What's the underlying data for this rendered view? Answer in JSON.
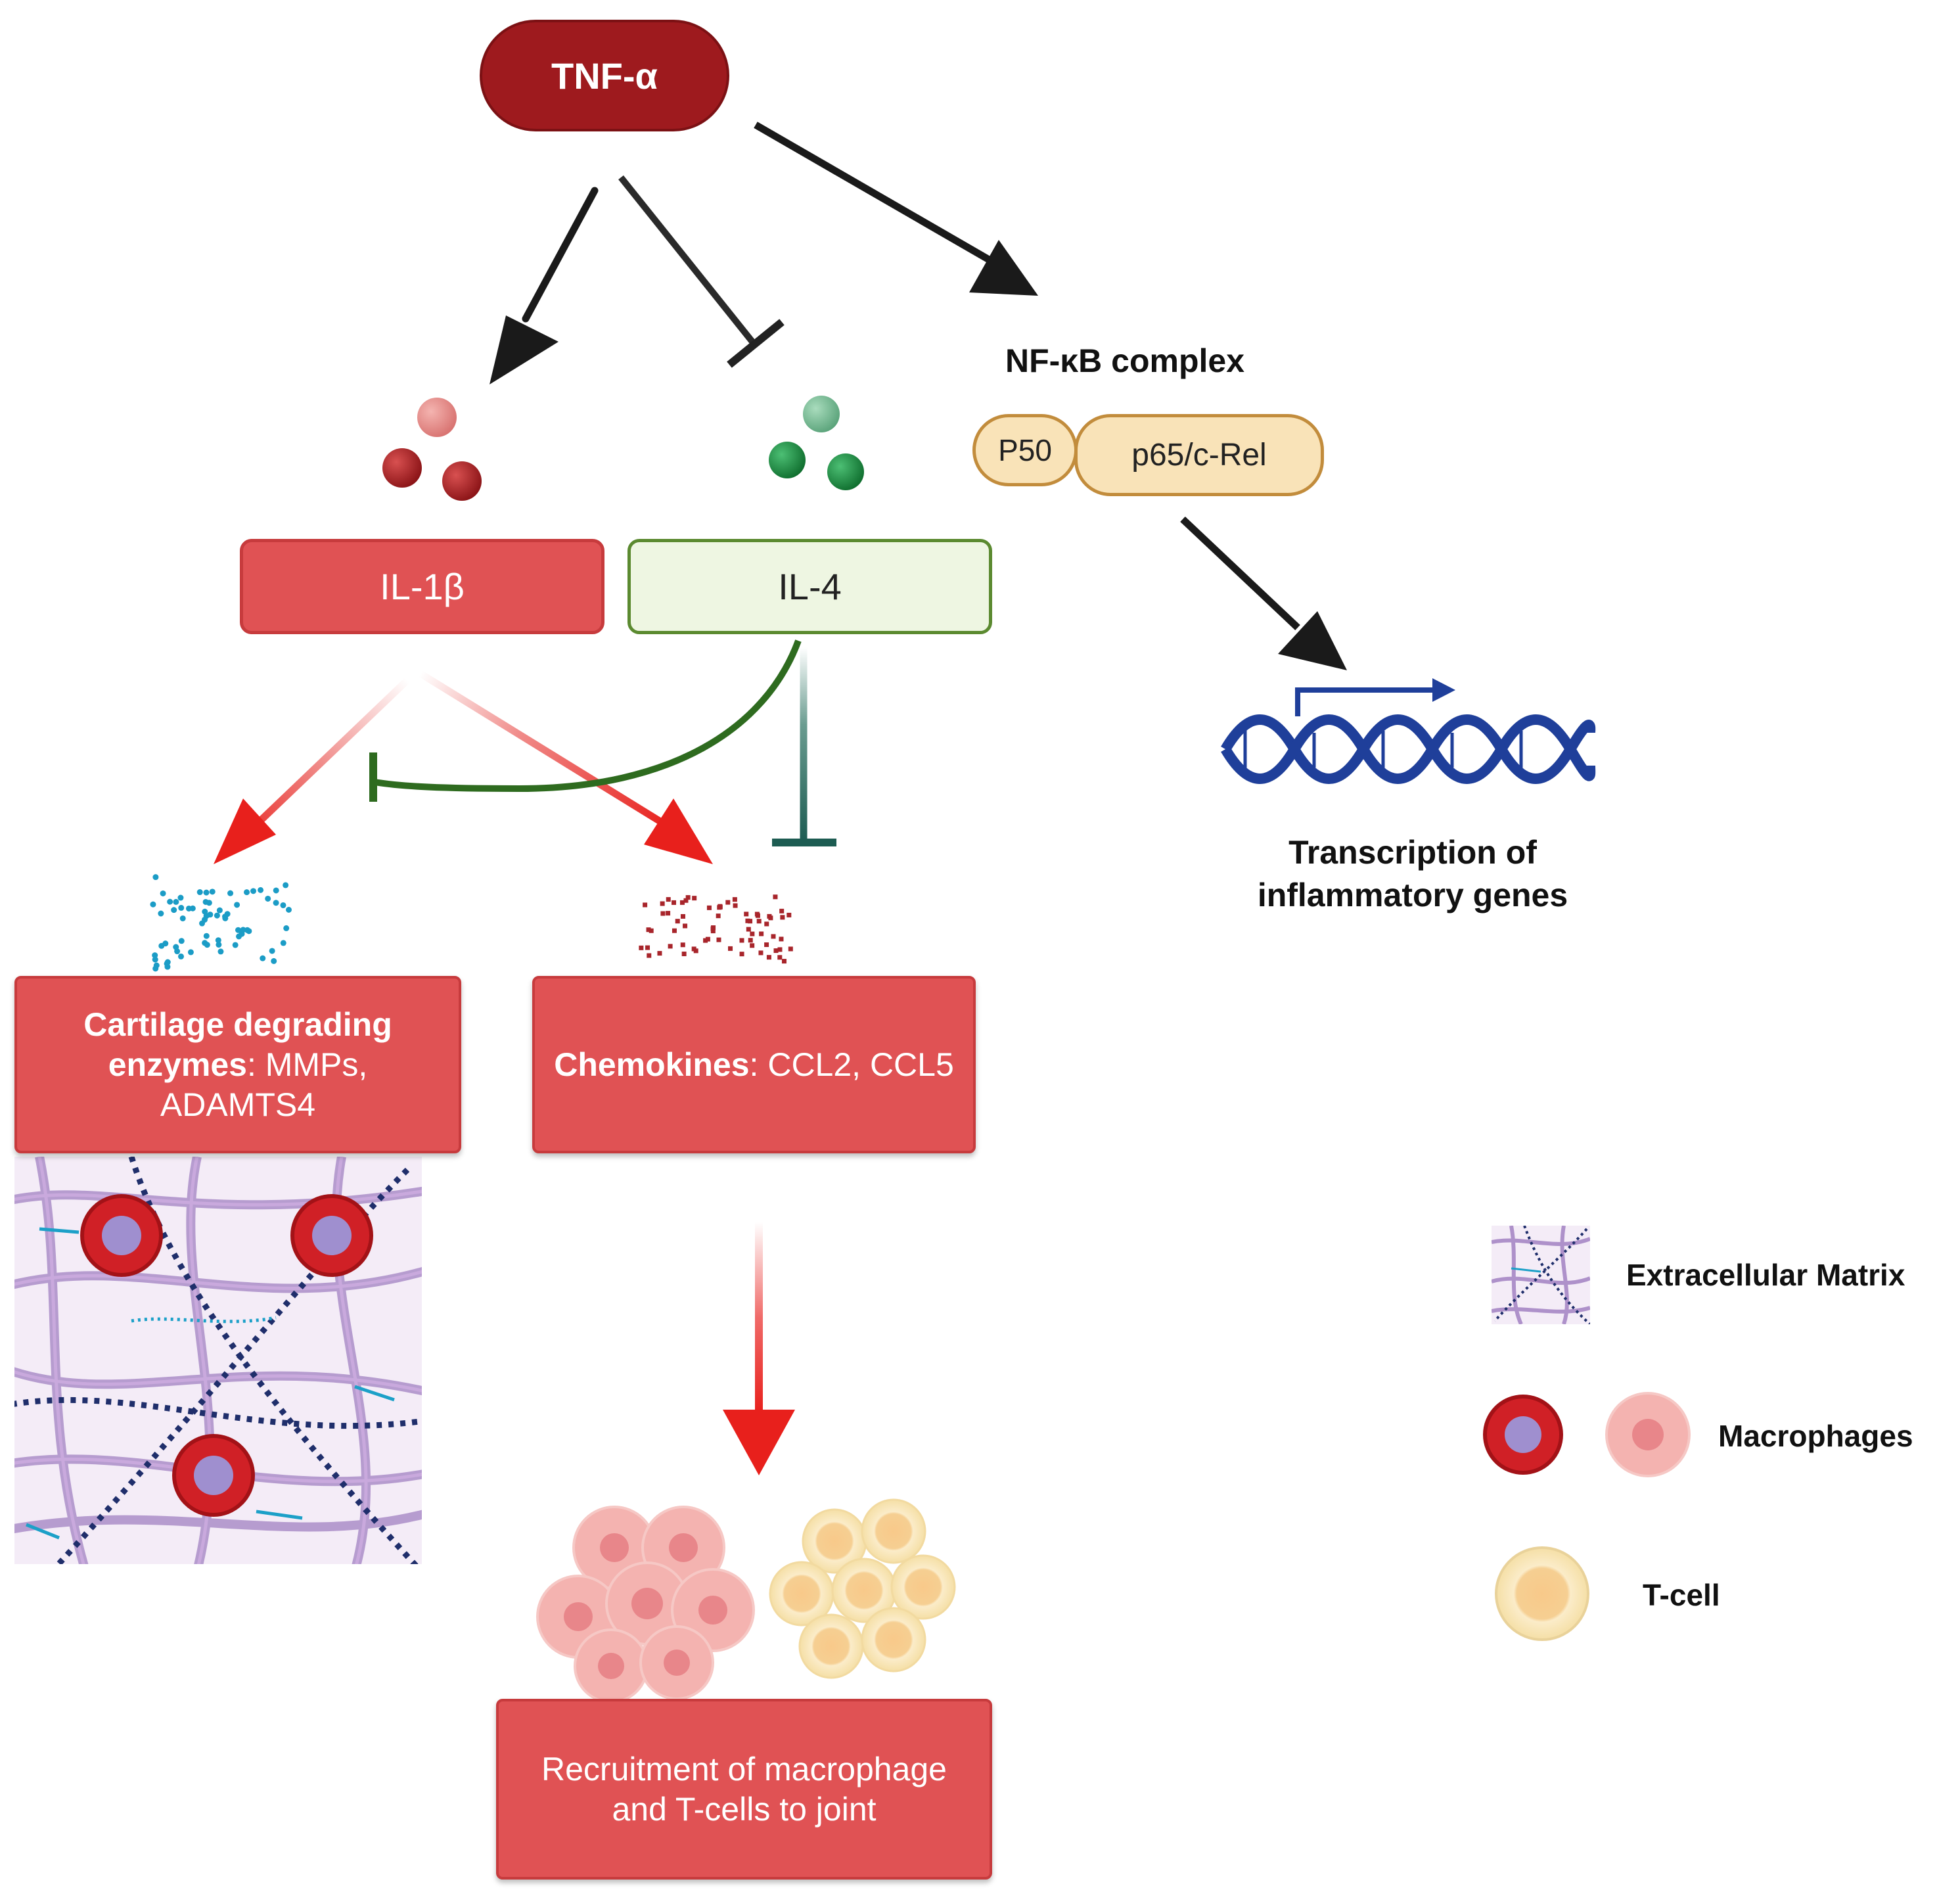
{
  "nodes": {
    "tnf": "TNF-α",
    "il1b": "IL-1β",
    "il4": "IL-4",
    "nfkb_title": "NF-κB complex",
    "p50": "P50",
    "p65": "p65/c-Rel",
    "transcription": "Transcription of inflammatory genes",
    "cartilage_bold": "Cartilage degrading enzymes",
    "cartilage_rest": ": MMPs, ADAMTS4",
    "chemo_bold": "Chemokines",
    "chemo_rest": ": CCL2, CCL5",
    "recruitment": "Recruitment of macrophage and T-cells to joint"
  },
  "legend": {
    "ecm": "Extracellular Matrix",
    "macrophages": "Macrophages",
    "tcell": "T-cell"
  },
  "colors": {
    "tnf": "#9e1a1e",
    "red_box": "#e05254",
    "il4_fill": "#eef6e2",
    "il4_border": "#5b8a30",
    "nfkb_fill": "#f9e3b8",
    "activation_arrow": "#1a1a1a",
    "red_arrow": "#e8201c",
    "inhibit_green": "#2e6b1f",
    "inhibit_teal": "#1d5c52",
    "dna": "#1f3f9a"
  }
}
